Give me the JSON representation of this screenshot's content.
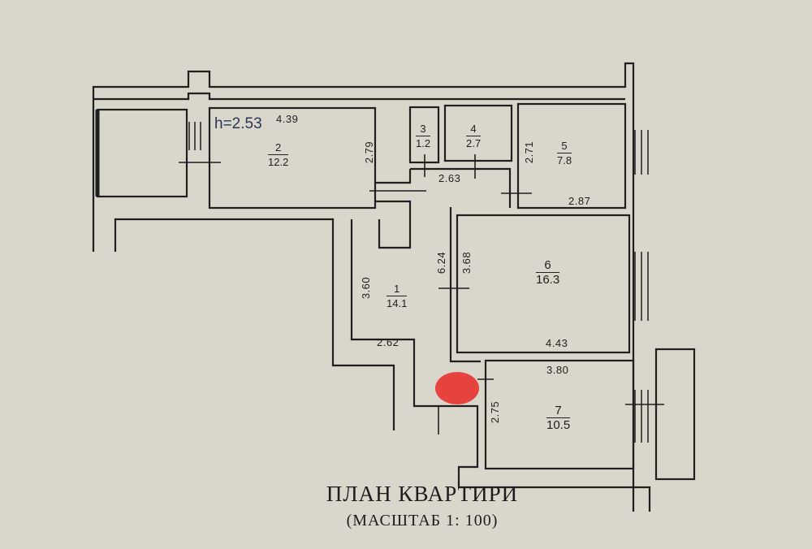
{
  "plan": {
    "title": "ПЛАН КВАРТИРИ",
    "scale": "(МАСШТАБ 1: 100)",
    "ceiling_height": "h=2.53",
    "marker_color": "#e8332f",
    "rooms": [
      {
        "number": "1",
        "area": "14.1"
      },
      {
        "number": "2",
        "area": "12.2"
      },
      {
        "number": "3",
        "area": "1.2"
      },
      {
        "number": "4",
        "area": "2.7"
      },
      {
        "number": "5",
        "area": "7.8"
      },
      {
        "number": "6",
        "area": "16.3"
      },
      {
        "number": "7",
        "area": "10.5"
      }
    ],
    "dimensions": {
      "room2_width": "4.39",
      "room2_depth": "2.79",
      "corridor_width": "2.63",
      "room5_depth": "2.71",
      "room5_width": "2.87",
      "hall_length": "6.24",
      "room6_depth": "3.68",
      "room1_depth": "3.60",
      "room1_width": "2.62",
      "room6_width": "4.43",
      "room7_width": "3.80",
      "room7_depth": "2.75"
    }
  }
}
